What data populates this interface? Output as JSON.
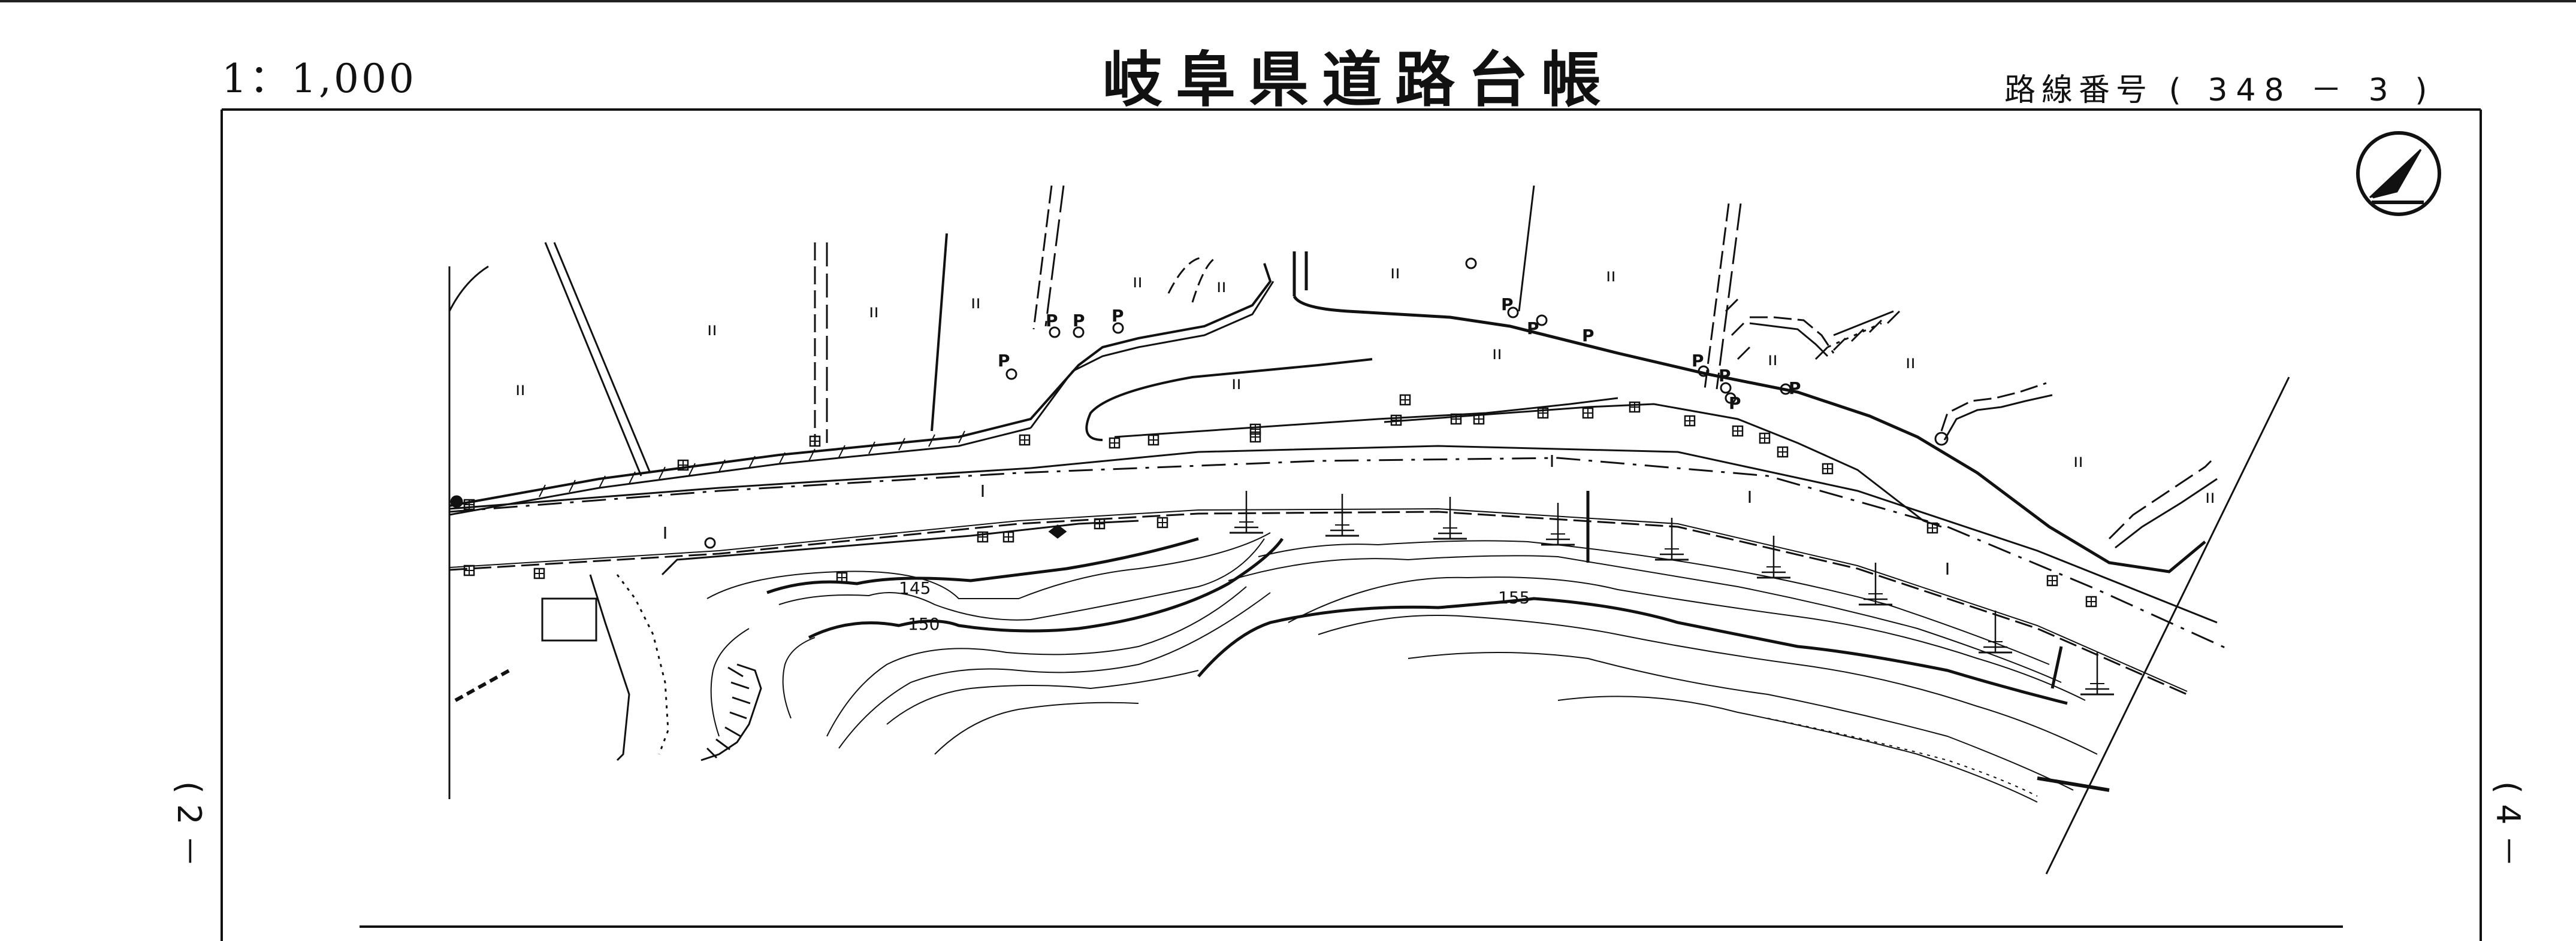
{
  "header": {
    "scale": "1：1,000",
    "title": "岐阜県道路台帳",
    "route_label": "路線番号",
    "route_number": "( 348 － 3 )"
  },
  "sheet_refs": {
    "left": "( 2 －",
    "right": "( 4 －"
  },
  "contours": {
    "labels": [
      "145",
      "150",
      "155"
    ]
  },
  "map_symbols": {
    "pole_label": "P",
    "field_mark": "ıı",
    "north_arrow_icon": "north-arrow-icon"
  },
  "colors": {
    "line": "#111111",
    "paper": "#ffffff"
  }
}
